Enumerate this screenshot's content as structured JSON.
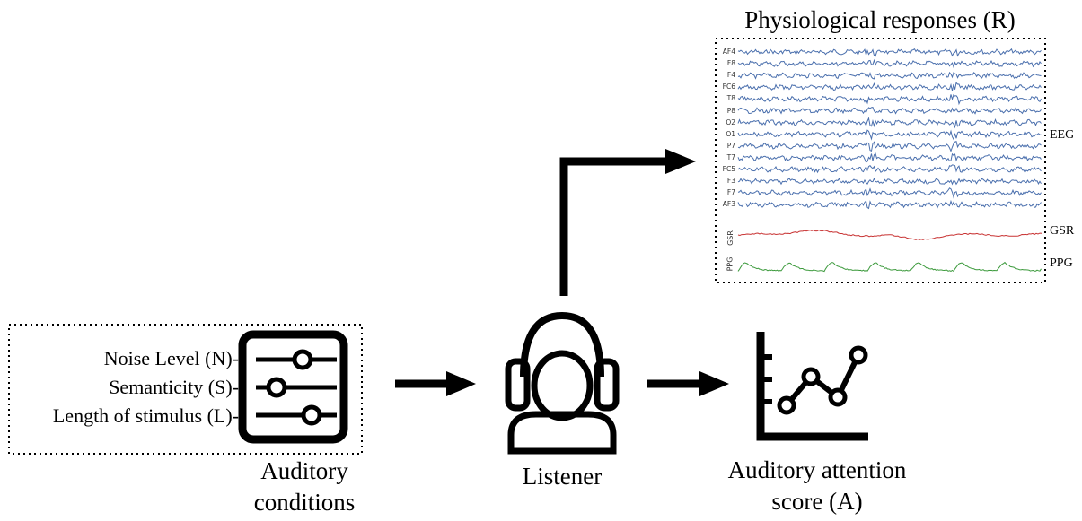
{
  "conditions": {
    "noise": "Noise Level (N)-",
    "semanticity": "Semanticity (S)-",
    "length": "Length of stimulus (L)-",
    "caption_line1": "Auditory",
    "caption_line2": "conditions"
  },
  "listener": {
    "caption": "Listener"
  },
  "score": {
    "caption_line1": "Auditory attention",
    "caption_line2": "score (A)"
  },
  "responses": {
    "title": "Physiological responses (R)",
    "eeg_channels": [
      "AF4",
      "F8",
      "F4",
      "FC6",
      "T8",
      "P8",
      "O2",
      "O1",
      "P7",
      "T7",
      "FC5",
      "F3",
      "F7",
      "AF3"
    ],
    "eeg_label": "EEG",
    "gsr_label": "GSR",
    "ppg_label": "PPG",
    "gsr_axis": "GSR",
    "ppg_axis": "PPG"
  },
  "colors": {
    "eeg": "#4a6fad",
    "gsr": "#c83232",
    "ppg": "#3c9a3c",
    "ink": "#000000"
  },
  "icons": [
    "sliders-icon",
    "headphones-listener-icon",
    "line-chart-icon",
    "arrow-icon"
  ]
}
